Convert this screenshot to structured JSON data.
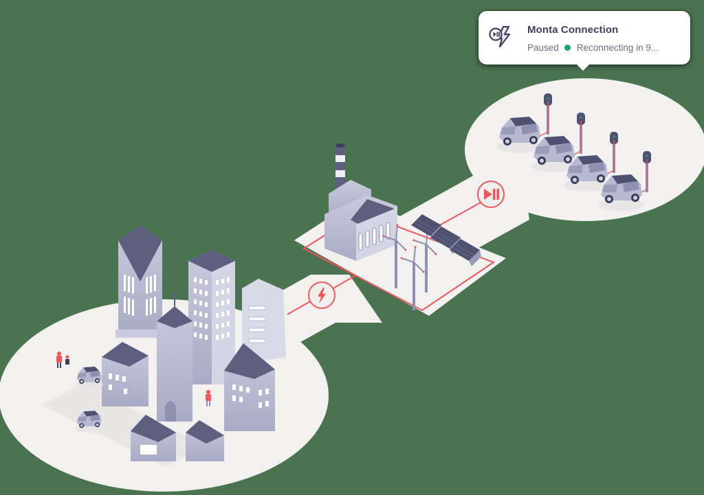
{
  "tooltip": {
    "title": "Monta Connection",
    "status": "Paused",
    "detail": "Reconnecting in 9...",
    "icon": "charger-pause-icon",
    "status_dot_color": "#1aa37a"
  },
  "scene": {
    "background_color": "#4a7350",
    "ground_color": "#f2f1f0",
    "line_color": "#f2555a",
    "building_color": "#b9bbd2",
    "roof_color": "#5d5f7f",
    "areas": [
      {
        "name": "city",
        "label": "City"
      },
      {
        "name": "power-plant",
        "label": "Power plant with wind turbines and solar panels"
      },
      {
        "name": "charging-station",
        "label": "EV charging station",
        "cars": 4
      }
    ],
    "nodes": [
      {
        "name": "power-node",
        "icon": "lightning-icon"
      },
      {
        "name": "play-pause-node",
        "icon": "play-pause-icon"
      }
    ]
  }
}
